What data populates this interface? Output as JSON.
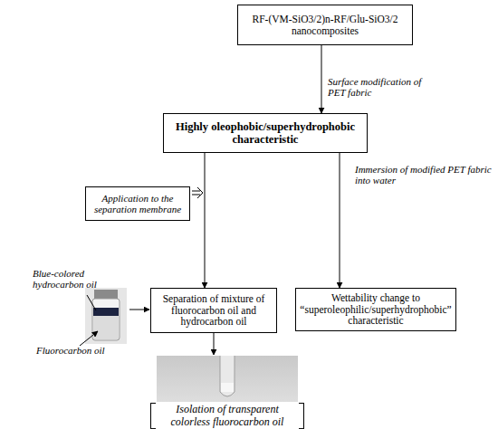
{
  "diagram": {
    "nodes": [
      {
        "text": [
          "RF-(VM-SiO3/2)n-RF/Glu-SiO3/2 nanocomposites"
        ]
      },
      {
        "text": [
          "Highly oleophobic/superhydrophobic characteristic"
        ]
      },
      {
        "text": [
          "Application to the separation membrane"
        ]
      },
      {
        "text": [
          "Separation of mixture of fluorocarbon oil and hydrocarbon oil"
        ]
      },
      {
        "text": [
          "Wettability change to “superoleophilic/superhydrophobic” characteristic"
        ]
      },
      {
        "text": [
          "Isolation of transparent colorless fluorocarbon oil"
        ]
      }
    ],
    "edges": [
      {
        "from": 0,
        "to": 1,
        "arrow": "to",
        "label": "Surface modification of PET fabric"
      },
      {
        "from": 1,
        "to": 3,
        "arrow": "to"
      },
      {
        "from": 1,
        "to": 4,
        "arrow": "to",
        "label": "Immersion of modified PET fabric into water"
      },
      {
        "from": 3,
        "to": 5,
        "arrow": "to"
      }
    ],
    "labels": [
      "Blue-colored hydrocarbon oil",
      "Fluorocarbon oil"
    ]
  }
}
